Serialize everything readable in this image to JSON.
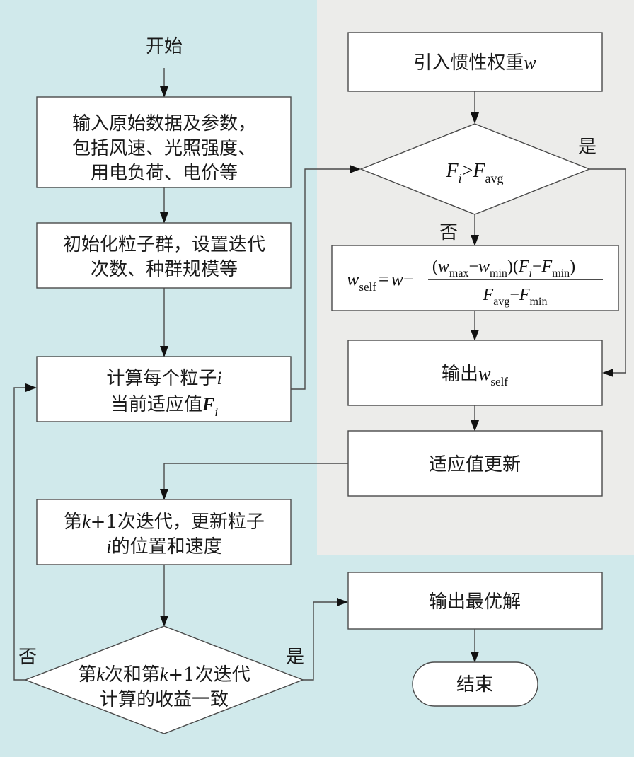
{
  "diagram": {
    "title": "基于自适应惯性权重的粒子群算法流程图",
    "colors": {
      "left_panel_bg": "#d0e9eb",
      "right_panel_bg": "#ececea",
      "node_fill": "#ffffff",
      "stroke": "#4a4a4a"
    },
    "nodes": {
      "start": {
        "label": "开始"
      },
      "input": {
        "lines": [
          "输入原始数据及参数，",
          "包括风速、光照强度、",
          "用电负荷、电价等"
        ]
      },
      "init": {
        "lines": [
          "初始化粒子群，设置迭代",
          "次数、种群规模等"
        ]
      },
      "fitness": {
        "line1_text": "计算每个粒子",
        "line1_var": "i",
        "line2_text": "当前适应值",
        "line2_var": "F",
        "line2_sub": "i"
      },
      "update": {
        "line1_a": "第",
        "line1_var": "k",
        "line1_b": "+1次迭代，更新粒子",
        "line2_var": "i",
        "line2_text": "的位置和速度"
      },
      "converge": {
        "line1_a": "第",
        "line1_var1": "k",
        "line1_b": "次和第",
        "line1_var2": "k",
        "line1_c": "+1次迭代",
        "line2": "计算的收益一致"
      },
      "inertia": {
        "text": "引入惯性权重",
        "var": "w"
      },
      "compare": {
        "lhs": "F",
        "lhs_sub": "i",
        "op": ">",
        "rhs": "F",
        "rhs_sub": "avg"
      },
      "formula": {
        "lhs": "w",
        "lhs_sub": "self",
        "eq": "=",
        "w": "w",
        "minus": "−",
        "num_open": "(",
        "wmax": "w",
        "wmax_sub": "max",
        "dash1": "−",
        "wmin": "w",
        "wmin_sub": "min",
        "mid": ")(",
        "fi": "F",
        "fi_sub": "i",
        "dash2": "−",
        "fmin": "F",
        "fmin_sub": "min",
        "num_close": ")",
        "den_favg": "F",
        "den_favg_sub": "avg",
        "den_dash": "−",
        "den_fmin": "F",
        "den_fmin_sub": "min"
      },
      "output_w": {
        "text": "输出",
        "var": "w",
        "sub": "self"
      },
      "fitness_update": {
        "label": "适应值更新"
      },
      "output_best": {
        "label": "输出最优解"
      },
      "end": {
        "label": "结束"
      }
    },
    "edge_labels": {
      "compare_yes": "是",
      "compare_no": "否",
      "converge_no": "否",
      "converge_yes": "是"
    }
  }
}
